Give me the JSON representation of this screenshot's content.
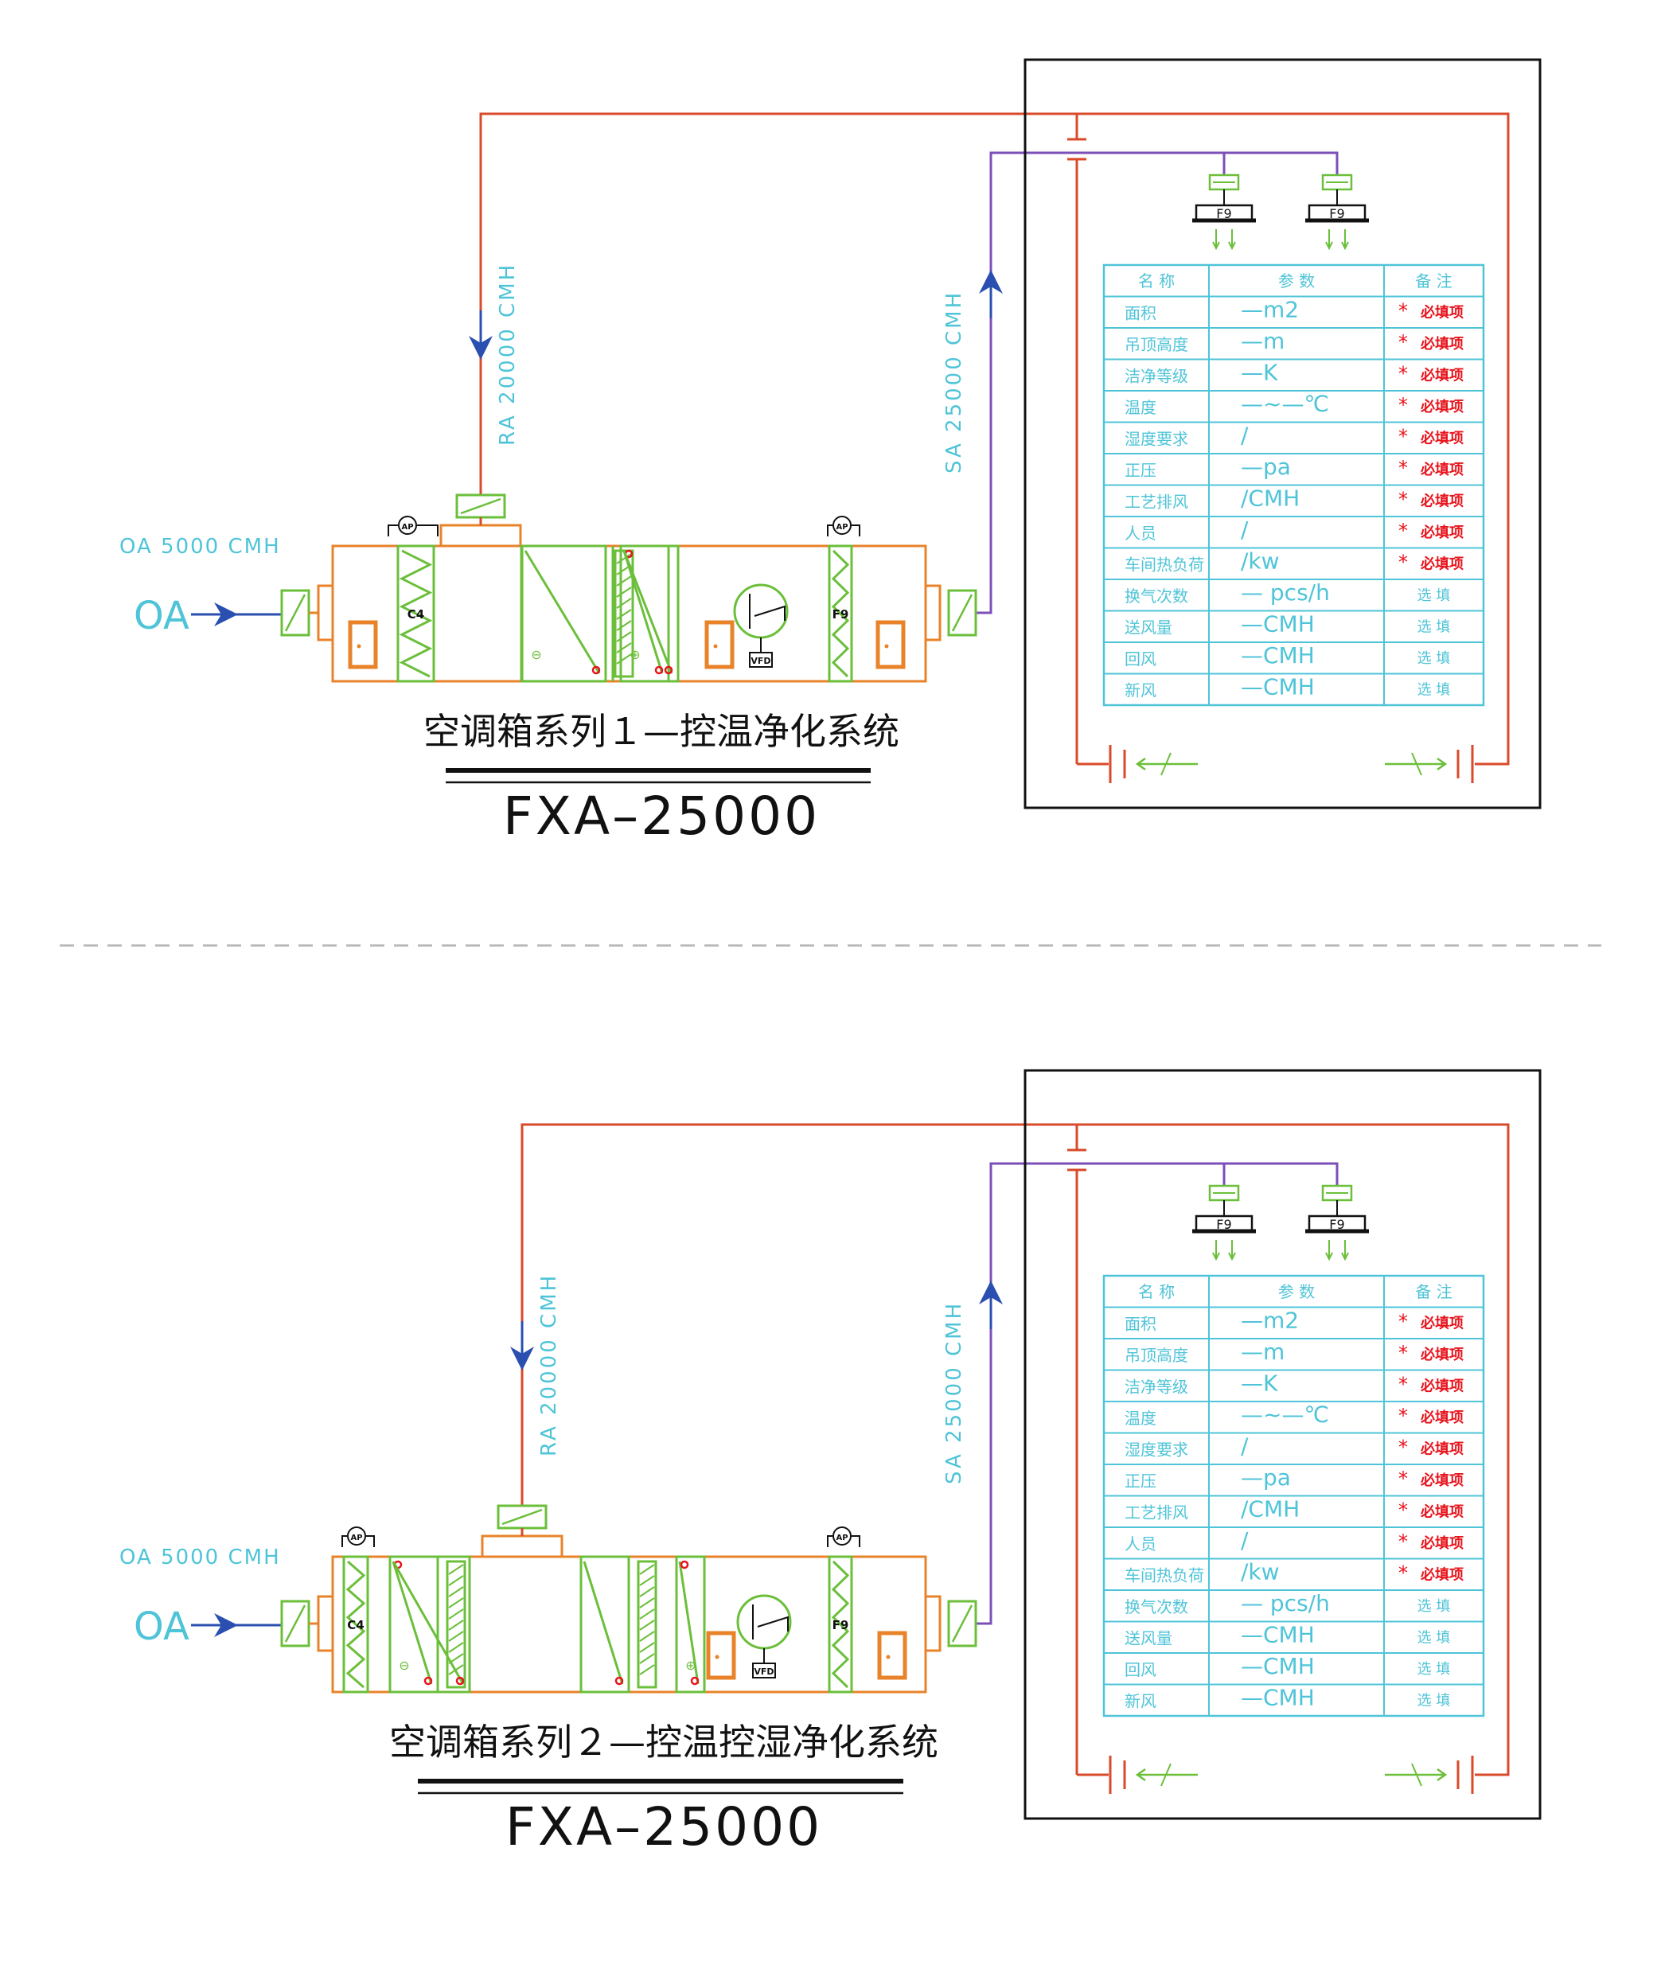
{
  "colors": {
    "housing": "#e8832a",
    "return_duct": "#d94a2a",
    "supply_duct": "#7c4fb8",
    "component": "#6bbf3a",
    "label_text": "#4fc4d8",
    "arrow": "#2a4fb0",
    "required_mark": "#e8141c",
    "black": "#111111",
    "divider": "#b8b8b8"
  },
  "common": {
    "oa_flow": "OA 5000 CMH",
    "oa_inlet": "OA",
    "ra_flow": "RA 20000 CMH",
    "sa_flow": "SA 25000 CMH",
    "filter_c4": "C4",
    "filter_f9": "F9",
    "differential_pressure": "AP",
    "vfd": "VFD",
    "heating_symbol": "⊖",
    "cooling_symbol": "⊕",
    "terminal_filter": "F9",
    "model": "FXA–25000"
  },
  "table": {
    "headers": [
      "名 称",
      "参 数",
      "备 注"
    ],
    "rows": [
      {
        "name": "面积",
        "param": "—m2",
        "required": true
      },
      {
        "name": "吊顶高度",
        "param": "—m",
        "required": true
      },
      {
        "name": "洁净等级",
        "param": "—K",
        "required": true
      },
      {
        "name": "温度",
        "param": "—~—℃",
        "required": true
      },
      {
        "name": "湿度要求",
        "param": "/",
        "required": true
      },
      {
        "name": "正压",
        "param": "—pa",
        "required": true
      },
      {
        "name": "工艺排风",
        "param": "/CMH",
        "required": true
      },
      {
        "name": "人员",
        "param": "/",
        "required": true
      },
      {
        "name": "车间热负荷",
        "param": "/kw",
        "required": true
      },
      {
        "name": "换气次数",
        "param": "— pcs/h",
        "required": false
      },
      {
        "name": "送风量",
        "param": "—CMH",
        "required": false
      },
      {
        "name": "回风",
        "param": "—CMH",
        "required": false
      },
      {
        "name": "新风",
        "param": "—CMH",
        "required": false
      }
    ],
    "required_star": "*",
    "required_text": "必填项",
    "optional_text": "选 填"
  },
  "systems": [
    {
      "title": "空调箱系列１—控温净化系统"
    },
    {
      "title": "空调箱系列２—控温控湿净化系统"
    }
  ]
}
